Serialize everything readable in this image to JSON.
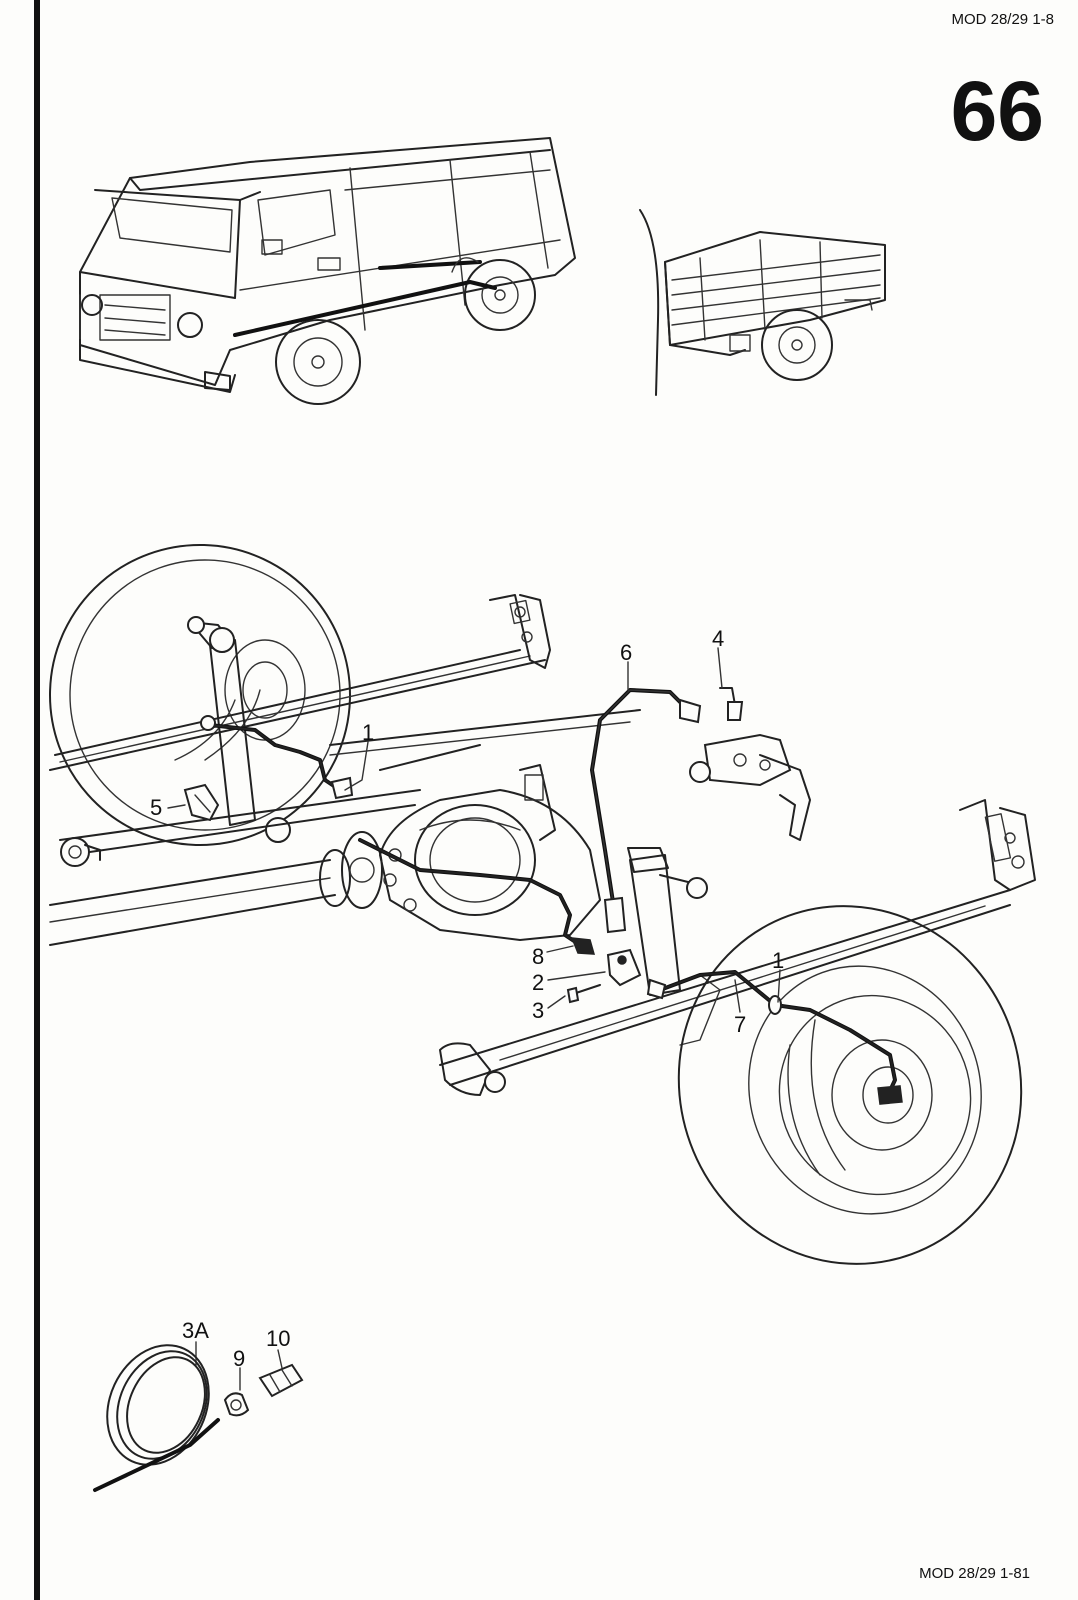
{
  "header": {
    "model_code_top": "MOD 28/29 1-8",
    "page_number": "66"
  },
  "footer": {
    "model_code_bottom": "MOD 28/29 1-81"
  },
  "diagram": {
    "part_labels": [
      "1",
      "2",
      "3",
      "3A",
      "4",
      "5",
      "6",
      "7",
      "8",
      "9",
      "10"
    ],
    "callouts": {
      "l1a": "1",
      "l1b": "1",
      "l2": "2",
      "l3": "3",
      "l3a": "3A",
      "l4": "4",
      "l5": "5",
      "l6": "6",
      "l7": "7",
      "l8": "8",
      "l9": "9",
      "l10": "10"
    }
  }
}
